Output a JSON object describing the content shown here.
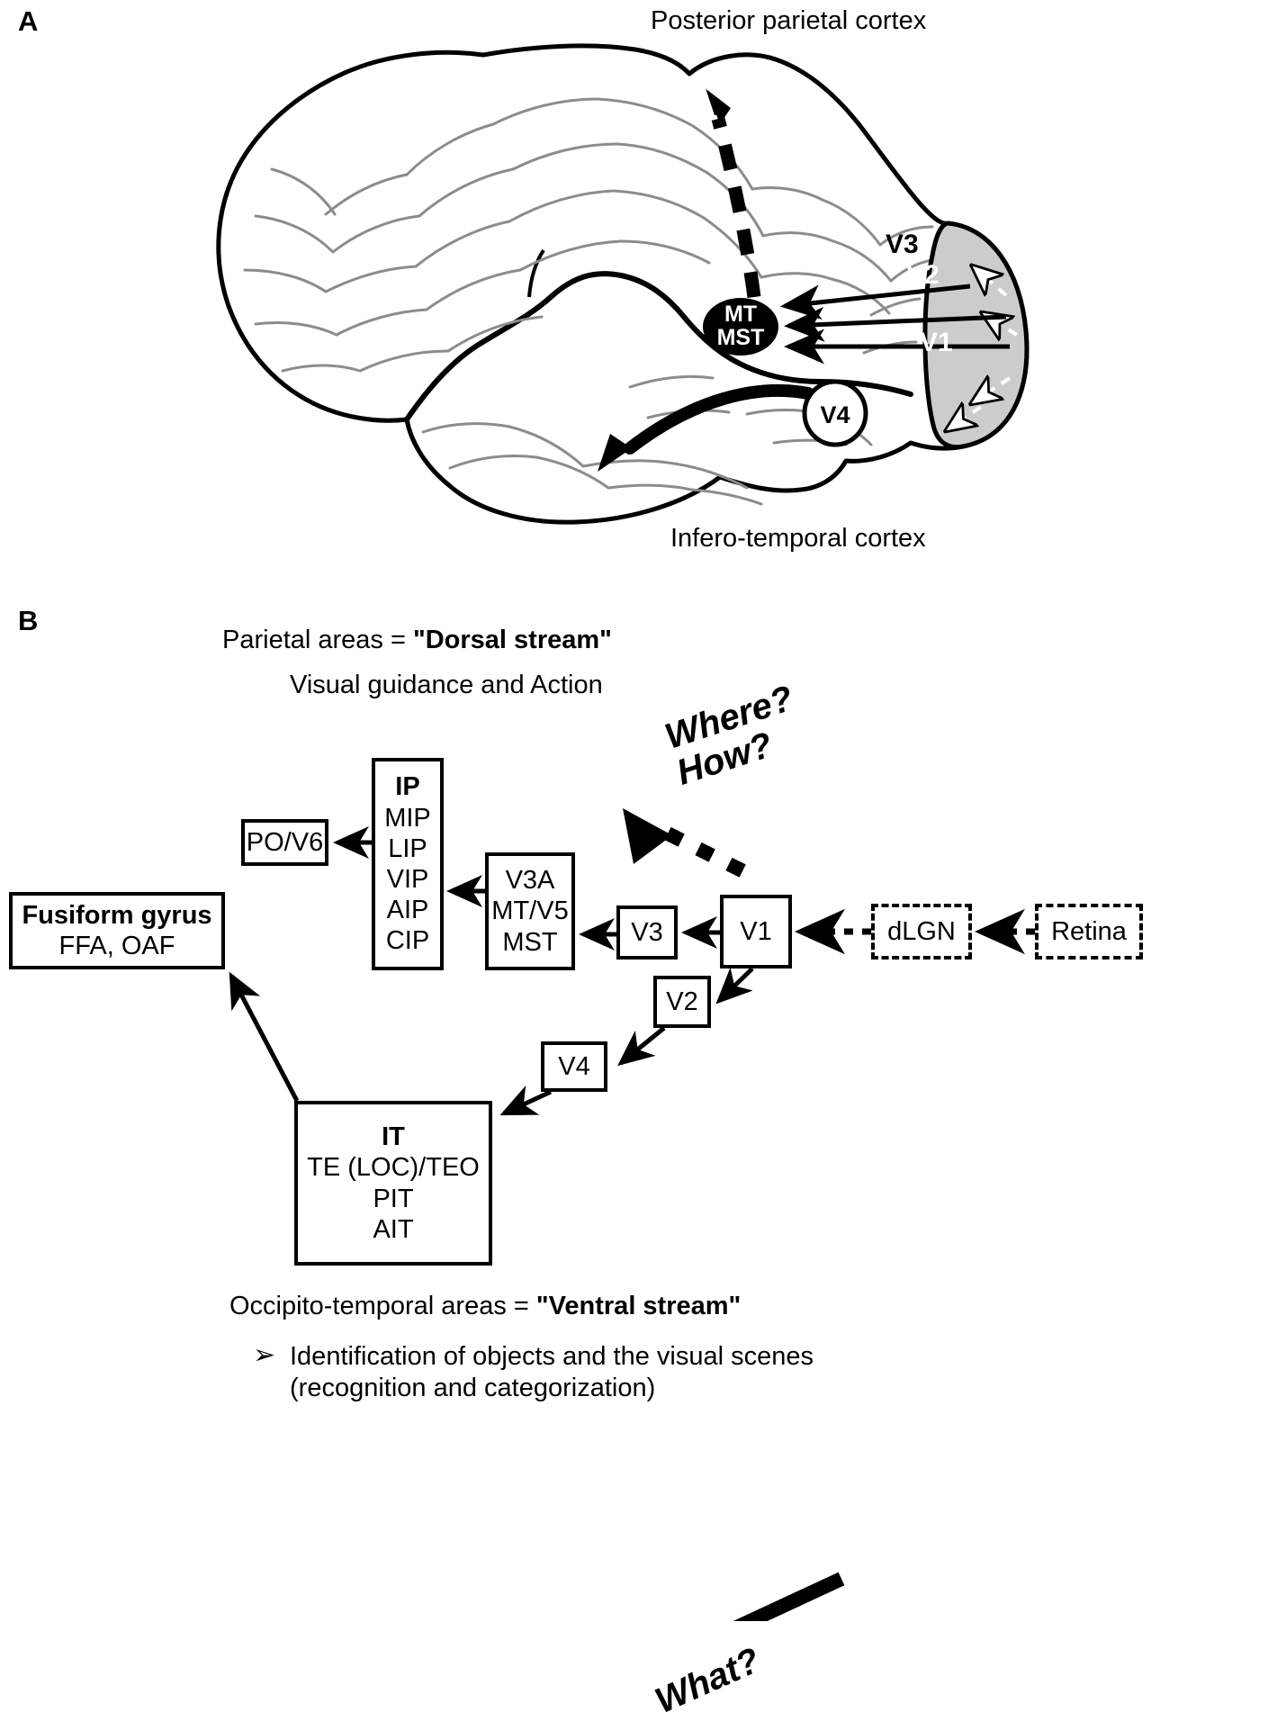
{
  "figure": {
    "panel_a": {
      "letter": "A",
      "top_label": "Posterior parietal cortex",
      "bottom_label": "Infero-temporal cortex",
      "brain_regions": [
        {
          "name": "V3",
          "shade": "#cccccc"
        },
        {
          "name": "V2",
          "shade": "#808080"
        },
        {
          "name": "V1",
          "shade": "#000000"
        },
        {
          "name": "MT\nMST",
          "shade": "#000000"
        },
        {
          "name": "V4",
          "shade": "#ffffff"
        }
      ],
      "labels": {
        "v3": "V3",
        "v2": "V2",
        "v1": "V1",
        "mt": "MT",
        "mst": "MST",
        "v4": "V4"
      }
    },
    "panel_b": {
      "letter": "B",
      "dorsal_heading_plain": "Parietal areas = ",
      "dorsal_heading_bold": "\"Dorsal stream\"",
      "dorsal_subheading": "Visual guidance and Action",
      "ventral_heading_plain": "Occipito-temporal areas = ",
      "ventral_heading_bold": "\"Ventral stream\"",
      "ventral_bullet_glyph": "➢",
      "ventral_bullet_line1": "Identification of objects and the visual scenes",
      "ventral_bullet_line2": "(recognition and categorization)",
      "where_how_line1": "Where?",
      "where_how_line2": "How?",
      "what_label": "What?",
      "boxes": {
        "po_v6": {
          "label": "PO/V6",
          "style": "solid"
        },
        "ip": {
          "title": "IP",
          "items": [
            "MIP",
            "LIP",
            "VIP",
            "AIP",
            "CIP"
          ],
          "style": "solid"
        },
        "v3a": {
          "items": [
            "V3A",
            "MT/V5",
            "MST"
          ],
          "style": "solid"
        },
        "v3": {
          "label": "V3",
          "style": "solid"
        },
        "v1": {
          "label": "V1",
          "style": "solid"
        },
        "dlgn": {
          "label": "dLGN",
          "style": "dashed"
        },
        "retina": {
          "label": "Retina",
          "style": "dashed"
        },
        "v2": {
          "label": "V2",
          "style": "solid"
        },
        "v4": {
          "label": "V4",
          "style": "solid"
        },
        "it": {
          "title": "IT",
          "items": [
            "TE (LOC)/TEO",
            "PIT",
            "AIT"
          ],
          "style": "solid"
        },
        "fusiform": {
          "title": "Fusiform gyrus",
          "items": [
            "FFA, OAF"
          ],
          "style": "solid"
        }
      }
    }
  },
  "colors": {
    "ink": "#000000",
    "sulci": "#808080",
    "v3_band": "#cccccc",
    "v2_band": "#7d7d7d",
    "v1_band": "#000000",
    "background": "#ffffff"
  }
}
